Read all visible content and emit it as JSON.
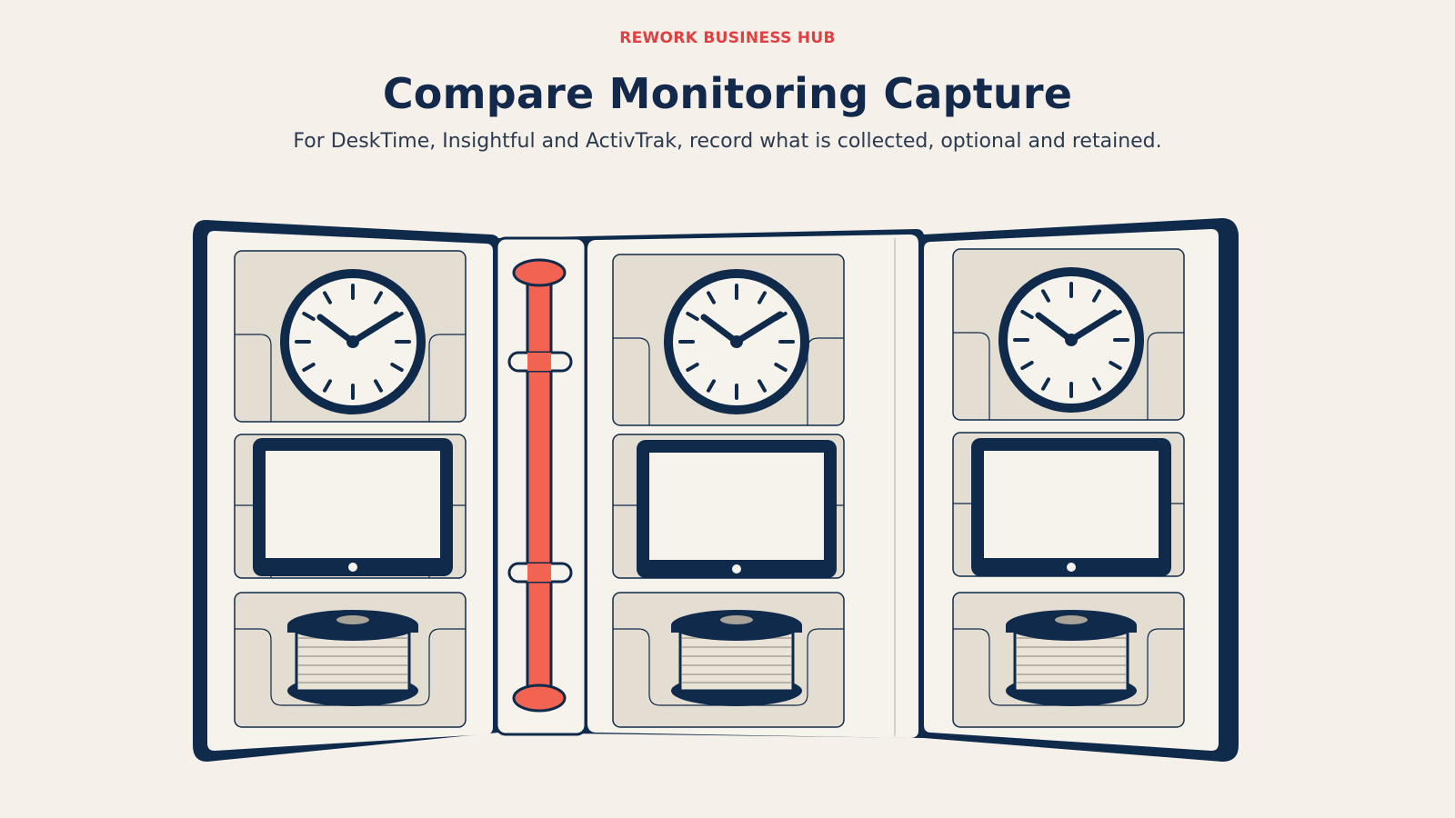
{
  "header": {
    "eyebrow": "REWORK BUSINESS HUB",
    "title": "Compare Monitoring Capture",
    "subtitle": "For DeskTime, Insightful and ActivTrak, record what is collected, optional and retained."
  },
  "illustration": {
    "pages": 3,
    "slots_per_page": [
      "clock-icon",
      "monitor-icon",
      "storage-reel-icon"
    ],
    "colors": {
      "outline": "#0f2a4a",
      "paper": "#f6f3ec",
      "pocket": "#e4ddd1",
      "ring": "#f26351",
      "background": "#f5f1ea"
    }
  }
}
